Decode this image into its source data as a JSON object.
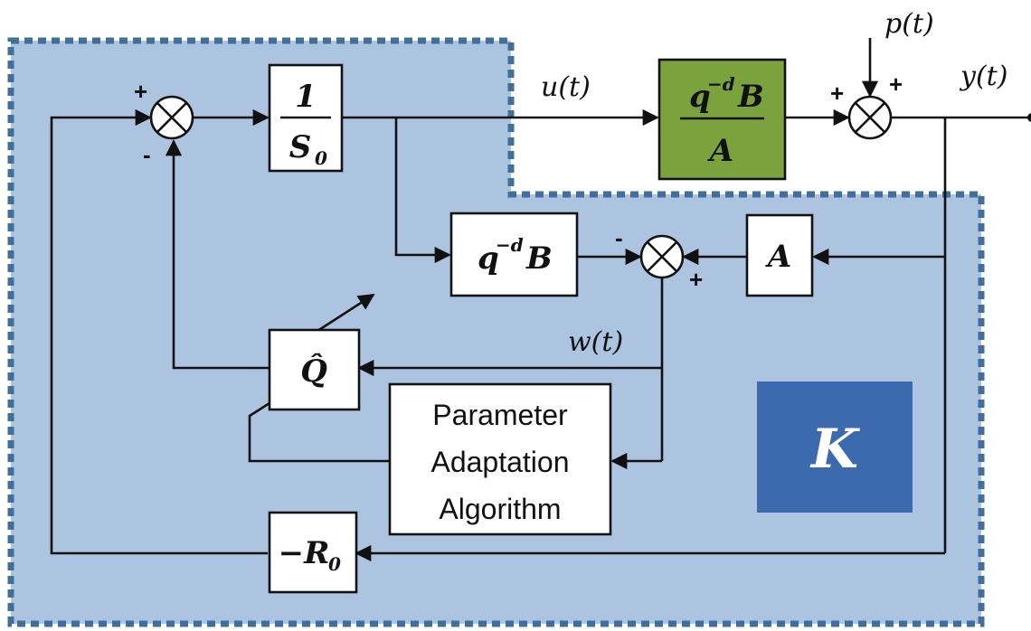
{
  "colors": {
    "controller_fill": "#adc4e0",
    "controller_border": "#3f6f9a",
    "plant_fill": "#7aa33e",
    "k_fill": "#3c6aae"
  },
  "signals": {
    "u": "u(t)",
    "y": "y(t)",
    "p": "p(t)",
    "w": "w(t)"
  },
  "blocks": {
    "inv_s0": {
      "num": "1",
      "den": "S",
      "sub": "0"
    },
    "plant": {
      "num_base": "q",
      "num_exp": "−d",
      "num_tail": "B",
      "den": "A"
    },
    "qdb": {
      "base": "q",
      "exp": "−d",
      "tail": "B"
    },
    "a": {
      "label": "A"
    },
    "qhat": {
      "label": "Q̂"
    },
    "paa": {
      "line1": "Parameter",
      "line2": "Adaptation",
      "line3": "Algorithm"
    },
    "r0": {
      "prefix": "−R",
      "sub": "0"
    },
    "k": {
      "label": "K"
    }
  },
  "signs": {
    "sum1_top": "+",
    "sum1_bottom": "-",
    "sum2_left": "+",
    "sum2_top": "+",
    "sum3_left": "-",
    "sum3_bottom": "+"
  }
}
